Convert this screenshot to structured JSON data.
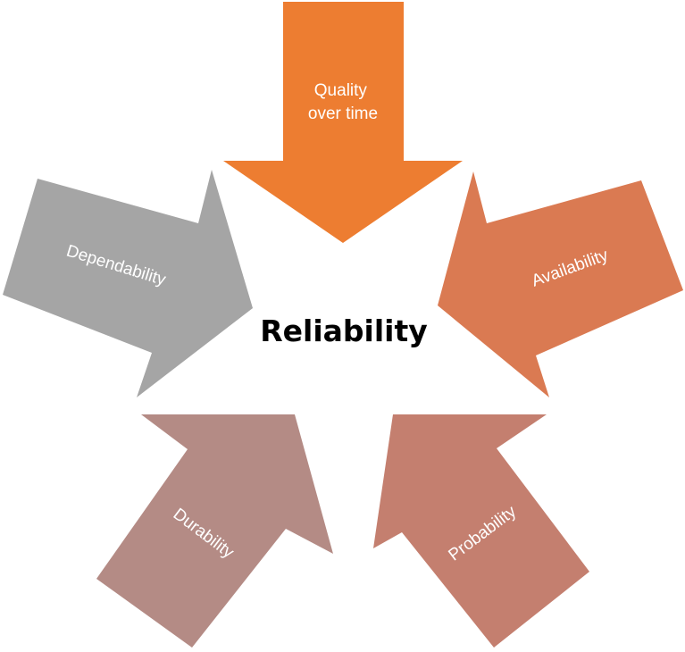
{
  "center": {
    "label": "Reliability"
  },
  "arrows": [
    {
      "id": "quality",
      "label_lines": [
        "Quality",
        "over time"
      ],
      "color": "#ED7D31"
    },
    {
      "id": "availability",
      "label_lines": [
        "Availability"
      ],
      "color": "#DA7A52"
    },
    {
      "id": "probability",
      "label_lines": [
        "Probability"
      ],
      "color": "#C47F6F"
    },
    {
      "id": "durability",
      "label_lines": [
        "Durability"
      ],
      "color": "#B48B85"
    },
    {
      "id": "dependability",
      "label_lines": [
        "Dependability"
      ],
      "color": "#A5A5A5"
    }
  ]
}
